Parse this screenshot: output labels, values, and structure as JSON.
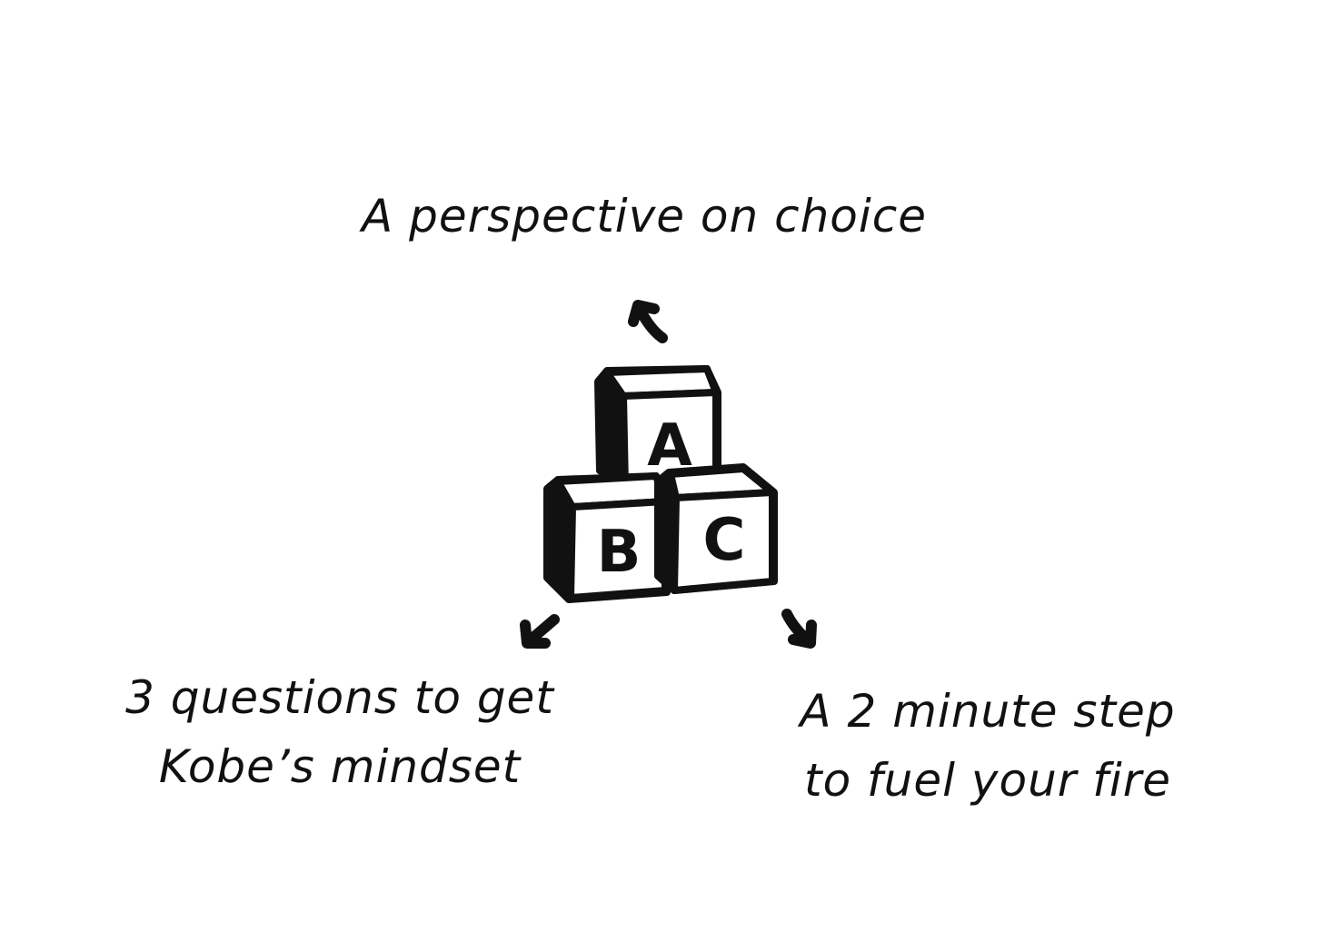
{
  "diagram": {
    "center": {
      "icon": "abc-blocks-icon",
      "blocks": [
        {
          "letter": "A"
        },
        {
          "letter": "B"
        },
        {
          "letter": "C"
        }
      ]
    },
    "branches": [
      {
        "lines": [
          "A perspective on choice"
        ],
        "arrow_icon": "arrow-up-left-icon"
      },
      {
        "lines": [
          "3 questions to get",
          "Kobe’s mindset"
        ],
        "arrow_icon": "arrow-down-left-icon"
      },
      {
        "lines": [
          "A 2 minute step",
          "to fuel your fire"
        ],
        "arrow_icon": "arrow-down-right-icon"
      }
    ],
    "colors": {
      "ink": "#111111",
      "background": "#ffffff"
    }
  }
}
